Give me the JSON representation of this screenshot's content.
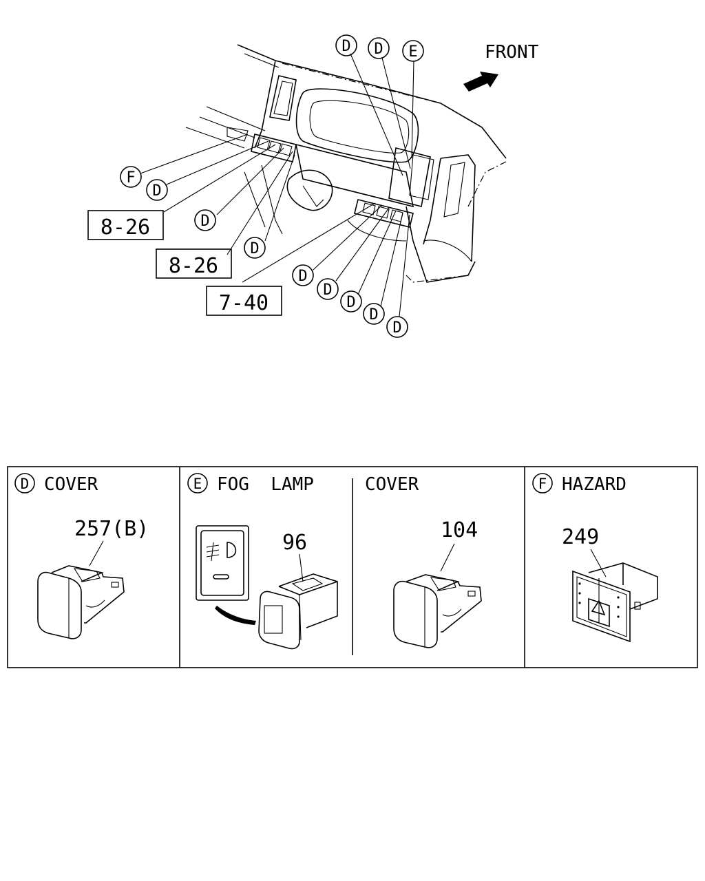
{
  "top": {
    "front_label": "FRONT",
    "callouts_left": [
      "F",
      "D",
      "D",
      "D"
    ],
    "callouts_top": [
      "D",
      "D",
      "E"
    ],
    "callouts_bottom": [
      "D",
      "D",
      "D",
      "D",
      "D"
    ],
    "refs": [
      "8-26",
      "8-26",
      "7-40"
    ]
  },
  "panels": {
    "d": {
      "letter": "D",
      "title": "COVER",
      "part": "257(B)"
    },
    "e": {
      "letter": "E",
      "title": "FOG  LAMP",
      "part": "96"
    },
    "cover2": {
      "title": "COVER",
      "part": "104"
    },
    "f": {
      "letter": "F",
      "title": "HAZARD",
      "part": "249"
    }
  }
}
